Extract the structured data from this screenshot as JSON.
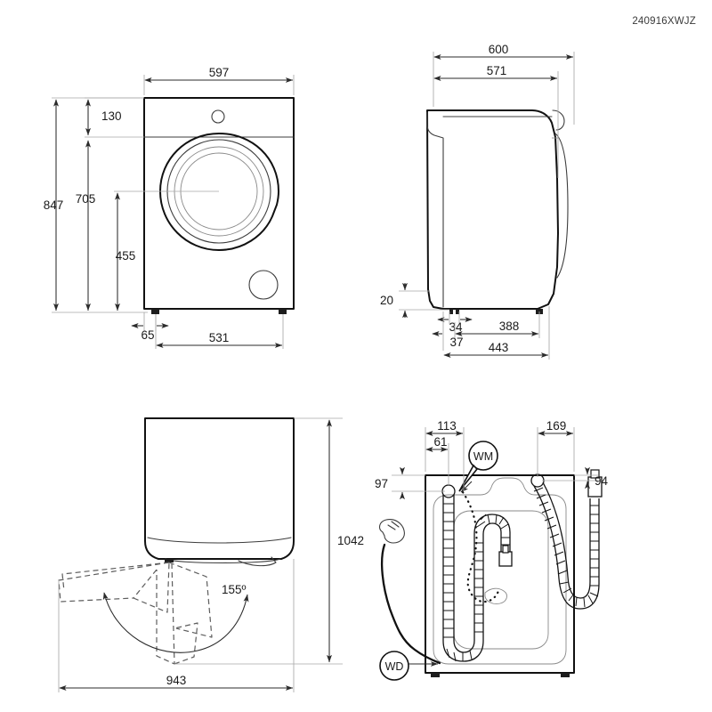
{
  "document": {
    "code": "240916XWJZ",
    "subject": "washing-machine-dimension-drawing",
    "units": "mm"
  },
  "views": {
    "front": {
      "name": "front-view",
      "dimensions": {
        "width_total": "597",
        "panel_height": "130",
        "body_height_below_panel": "705",
        "height_total": "847",
        "door_center_height": "455",
        "foot_offset": "65",
        "foot_span": "531"
      }
    },
    "side": {
      "name": "side-view",
      "dimensions": {
        "depth_total": "600",
        "depth_body": "571",
        "plinth_height": "20",
        "foot_width": "34",
        "front_foot_offset": "37",
        "foot_span": "388",
        "base_depth": "443"
      }
    },
    "top": {
      "name": "top-view-door-swing",
      "dimensions": {
        "depth_with_door": "1042",
        "width_with_door_open": "943",
        "door_opening_angle": "155º"
      }
    },
    "rear": {
      "name": "rear-view-connections",
      "dimensions": {
        "inlet_from_left_outer": "113",
        "inlet_from_left_inner": "61",
        "drain_from_right": "169",
        "inlet_from_top_left": "97",
        "drain_from_top_right": "94"
      },
      "callouts": [
        {
          "id": "wm-callout",
          "label": "WM",
          "meaning": "water-inlet-connection"
        },
        {
          "id": "wd-callout",
          "label": "WD",
          "meaning": "power-cord-connection"
        }
      ]
    }
  },
  "colors": {
    "outline": "#111111",
    "dimension": "#2b2b2b",
    "extension": "#a8a8a8",
    "hidden": "#5d5d5d",
    "background": "#ffffff"
  }
}
